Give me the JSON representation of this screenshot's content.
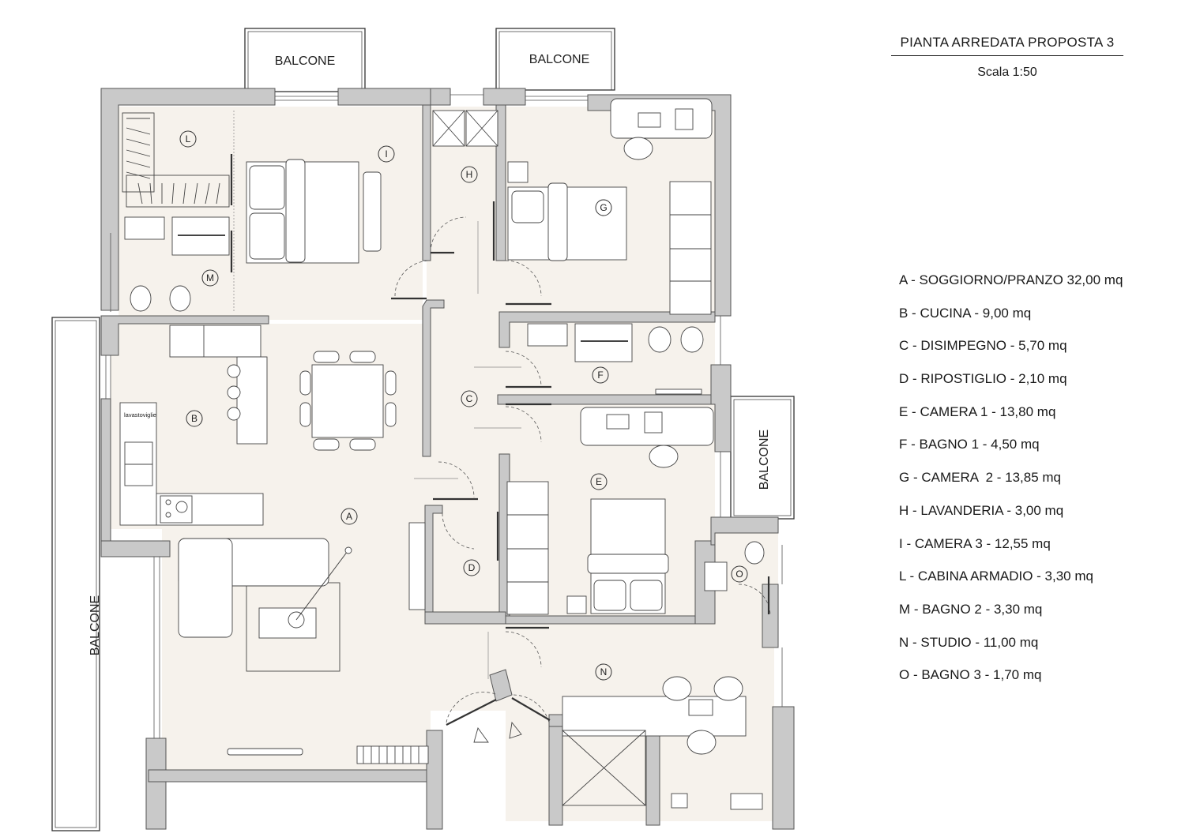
{
  "title": "PIANTA ARREDATA PROPOSTA 3",
  "scale": "Scala 1:50",
  "balcony_label": "BALCONE",
  "dishwasher_label": "lavastoviglie",
  "colors": {
    "wall": "#c9c9c9",
    "wall_stroke": "#555555",
    "floor": "#f6f2ec",
    "line": "#333333"
  },
  "rooms": [
    {
      "letter": "A",
      "name": "SOGGIORNO/PRANZO",
      "area": "32,00 mq"
    },
    {
      "letter": "B",
      "name": "CUCINA",
      "area": "9,00 mq"
    },
    {
      "letter": "C",
      "name": "DISIMPEGNO",
      "area": "5,70 mq"
    },
    {
      "letter": "D",
      "name": "RIPOSTIGLIO",
      "area": "2,10 mq"
    },
    {
      "letter": "E",
      "name": "CAMERA 1",
      "area": "13,80 mq"
    },
    {
      "letter": "F",
      "name": "BAGNO 1",
      "area": "4,50 mq"
    },
    {
      "letter": "G",
      "name": "CAMERA  2",
      "area": "13,85 mq"
    },
    {
      "letter": "H",
      "name": "LAVANDERIA",
      "area": "3,00 mq"
    },
    {
      "letter": "I",
      "name": "CAMERA 3",
      "area": "12,55 mq"
    },
    {
      "letter": "L",
      "name": "CABINA ARMADIO",
      "area": "3,30 mq"
    },
    {
      "letter": "M",
      "name": "BAGNO 2",
      "area": "3,30 mq"
    },
    {
      "letter": "N",
      "name": "STUDIO",
      "area": "11,00 mq"
    },
    {
      "letter": "O",
      "name": "BAGNO 3",
      "area": "1,70 mq"
    }
  ],
  "legend_lines": [
    "A - SOGGIORNO/PRANZO 32,00 mq",
    "B - CUCINA - 9,00 mq",
    "C - DISIMPEGNO - 5,70 mq",
    "D - RIPOSTIGLIO - 2,10 mq",
    "E - CAMERA 1 - 13,80 mq",
    "F - BAGNO 1 - 4,50 mq",
    "G - CAMERA  2 - 13,85 mq",
    "H - LAVANDERIA - 3,00 mq",
    "I - CAMERA 3 - 12,55 mq",
    "L - CABINA ARMADIO - 3,30 mq",
    "M - BAGNO 2 - 3,30 mq",
    "N - STUDIO - 11,00 mq",
    "O - BAGNO 3 - 1,70 mq"
  ]
}
